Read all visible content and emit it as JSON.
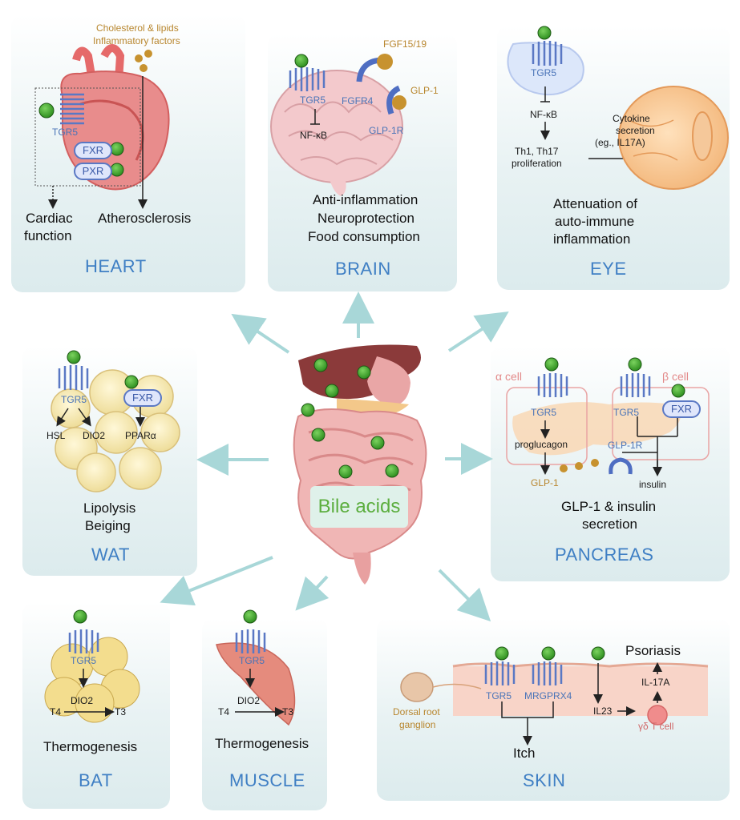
{
  "center": {
    "label": "Bile acids"
  },
  "heart": {
    "title": "HEART",
    "top_label_1": "Cholesterol & lipids",
    "top_label_2": "Inflammatory factors",
    "receptor": "TGR5",
    "fxr": "FXR",
    "pxr": "PXR",
    "outcome_cardiac_1": "Cardiac",
    "outcome_cardiac_2": "function",
    "outcome_athero": "Atherosclerosis"
  },
  "brain": {
    "title": "BRAIN",
    "receptor": "TGR5",
    "nfkb": "NF-κB",
    "fgf": "FGF15/19",
    "fgfr4": "FGFR4",
    "glp1": "GLP-1",
    "glp1r": "GLP-1R",
    "outcome_1": "Anti-inflammation",
    "outcome_2": "Neuroprotection",
    "outcome_3": "Food consumption"
  },
  "eye": {
    "title": "EYE",
    "receptor": "TGR5",
    "nfkb": "NF-κB",
    "th_1": "Th1, Th17",
    "th_2": "proliferation",
    "cyto_1": "Cytokine",
    "cyto_2": "secretion",
    "cyto_3": "(eg., IL17A)",
    "outcome_1": "Attenuation of",
    "outcome_2": "auto-immune",
    "outcome_3": "inflammation"
  },
  "wat": {
    "title": "WAT",
    "receptor": "TGR5",
    "fxr": "FXR",
    "hsl": "HSL",
    "dio2": "DIO2",
    "ppar": "PPARα",
    "outcome_1": "Lipolysis",
    "outcome_2": "Beiging"
  },
  "pancreas": {
    "title": "PANCREAS",
    "alpha": "α cell",
    "beta": "β cell",
    "receptor_a": "TGR5",
    "receptor_b": "TGR5",
    "fxr": "FXR",
    "proglucagon": "proglucagon",
    "glp1": "GLP-1",
    "glp1r": "GLP-1R",
    "insulin": "insulin",
    "outcome_1": "GLP-1 & insulin",
    "outcome_2": "secretion"
  },
  "bat": {
    "title": "BAT",
    "receptor": "TGR5",
    "dio2": "DIO2",
    "t4": "T4",
    "t3": "T3",
    "outcome": "Thermogenesis"
  },
  "muscle": {
    "title": "MUSCLE",
    "receptor": "TGR5",
    "dio2": "DIO2",
    "t4": "T4",
    "t3": "T3",
    "outcome": "Thermogenesis"
  },
  "skin": {
    "title": "SKIN",
    "tgr5": "TGR5",
    "mrgprx4": "MRGPRX4",
    "drg_1": "Dorsal root",
    "drg_2": "ganglion",
    "itch": "Itch",
    "psoriasis": "Psoriasis",
    "il17a": "IL-17A",
    "il23": "IL23",
    "gdt": "γδ T cell"
  },
  "colors": {
    "bile_acid_ball": "#4caf38",
    "receptor": "#5a78c4",
    "organ_title": "#3f7fc4",
    "arrow": "#a8d7d8",
    "ligand_brown": "#c7922f"
  }
}
